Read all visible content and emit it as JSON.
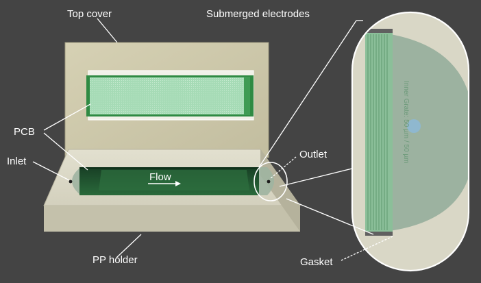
{
  "labels": {
    "top_cover": "Top cover",
    "submerged_electrodes": "Submerged electrodes",
    "pcb": "PCB",
    "inlet": "Inlet",
    "outlet": "Outlet",
    "flow": "Flow",
    "pp_holder": "PP holder",
    "gasket": "Gasket",
    "inset_note": "Inner Grate: 50 µm / 50 µm"
  },
  "colors": {
    "background": "#444444",
    "cover": "#c9c4a6",
    "pcb_green": "#2f8a43",
    "channel": "#1f4a2c",
    "gasket": "#a9b9a8",
    "label": "#ffffff"
  }
}
